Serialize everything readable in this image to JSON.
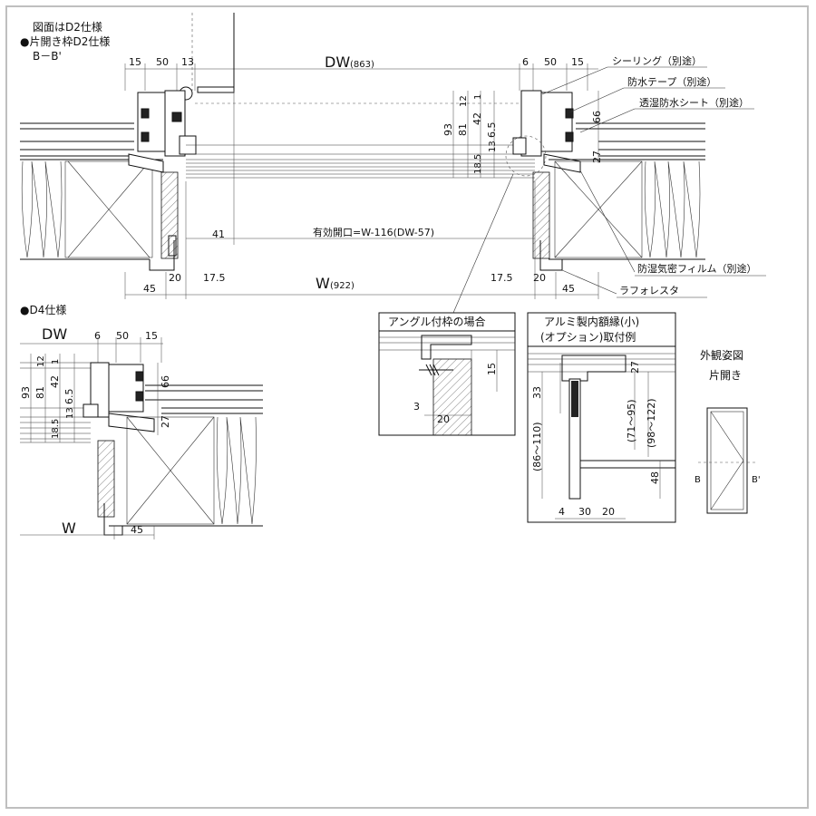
{
  "header": {
    "note": "図面はD2仕様",
    "section_title": "●片開き枠D2仕様",
    "section_mark": "B－B'"
  },
  "main_top": {
    "dw": "DW",
    "dw_value": "(863)",
    "w": "W",
    "w_value": "(922)",
    "opening": "有効開口=W-116(DW-57)",
    "dims": {
      "d15a": "15",
      "d50a": "50",
      "d13": "13",
      "d6": "6",
      "d50b": "50",
      "d15b": "15",
      "d12": "12",
      "d1": "1",
      "d93": "93",
      "d81": "81",
      "d42": "42",
      "d65": "6.5",
      "d185": "18.5",
      "d13b": "13",
      "d66": "66",
      "d27": "27",
      "d41": "41",
      "d45a": "45",
      "d20a": "20",
      "d175a": "17.5",
      "d175b": "17.5",
      "d20b": "20",
      "d45b": "45"
    }
  },
  "callouts": {
    "sealing": "シーリング（別途）",
    "waterproof_tape": "防水テープ（別途）",
    "sheet": "透湿防水シート（別途）",
    "film": "防湿気密フィルム（別途）",
    "lafore": "ラフォレスタ"
  },
  "d4": {
    "title": "●D4仕様",
    "dw": "DW",
    "w": "W",
    "dims": {
      "d6": "6",
      "d50": "50",
      "d15": "15",
      "d12": "12",
      "d1": "1",
      "d93": "93",
      "d81": "81",
      "d42": "42",
      "d65": "6.5",
      "d185": "18.5",
      "d13": "13",
      "d66": "66",
      "d27": "27",
      "d45": "45"
    }
  },
  "angle_box": {
    "title": "アングル付枠の場合",
    "d15": "15",
    "d3": "3",
    "d20": "20"
  },
  "alumi_box": {
    "title1": "アルミ製内額縁(小)",
    "title2": "(オプション)取付例",
    "d27": "27",
    "d33": "33",
    "d71": "(71～95)",
    "d98": "(98～122)",
    "d86": "(86～110)",
    "d48": "48",
    "d4": "4",
    "d30": "30",
    "d20": "20"
  },
  "elevation": {
    "title": "外観姿図",
    "subtitle": "片開き",
    "b": "B",
    "b2": "B'"
  }
}
